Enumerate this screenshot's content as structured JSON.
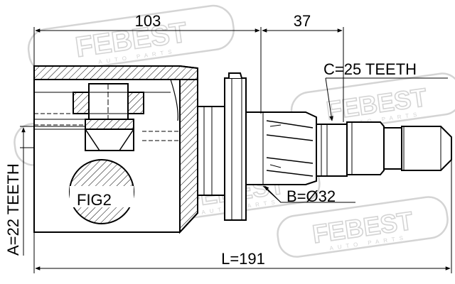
{
  "dimensions": {
    "len_103": "103",
    "len_37": "37",
    "c_teeth": "C=25 TEETH",
    "b_diameter": "B=Ø32",
    "a_teeth": "A=22 TEETH",
    "total_length": "L=191",
    "fig_label": "FIG2"
  },
  "watermark": {
    "brand": "FEBEST",
    "sub": "AUTO PARTS"
  }
}
